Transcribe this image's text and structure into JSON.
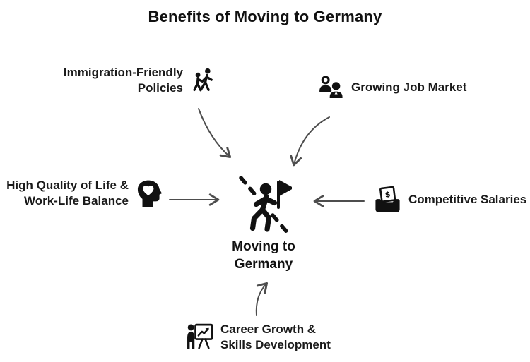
{
  "title": "Benefits of Moving to Germany",
  "colors": {
    "background": "#ffffff",
    "text": "#1a1a1a",
    "icon": "#111111",
    "arrow": "#4d4d4d"
  },
  "center": {
    "label": "Moving to\nGermany",
    "icon": "journey-walker-flag-icon"
  },
  "nodes": [
    {
      "id": "immigration-friendly-policies",
      "label": "Immigration-Friendly\nPolicies",
      "icon": "family-walking-icon",
      "position": "top-left"
    },
    {
      "id": "growing-job-market",
      "label": "Growing Job Market",
      "icon": "two-people-icon",
      "position": "top-right"
    },
    {
      "id": "quality-of-life",
      "label": "High Quality of Life &\nWork-Life Balance",
      "icon": "head-heart-icon",
      "position": "left"
    },
    {
      "id": "competitive-salaries",
      "label": "Competitive Salaries",
      "icon": "salary-deposit-icon",
      "position": "right"
    },
    {
      "id": "career-growth",
      "label": "Career Growth &\nSkills Development",
      "icon": "presentation-chart-icon",
      "position": "bottom"
    }
  ],
  "salary_symbol": "$"
}
